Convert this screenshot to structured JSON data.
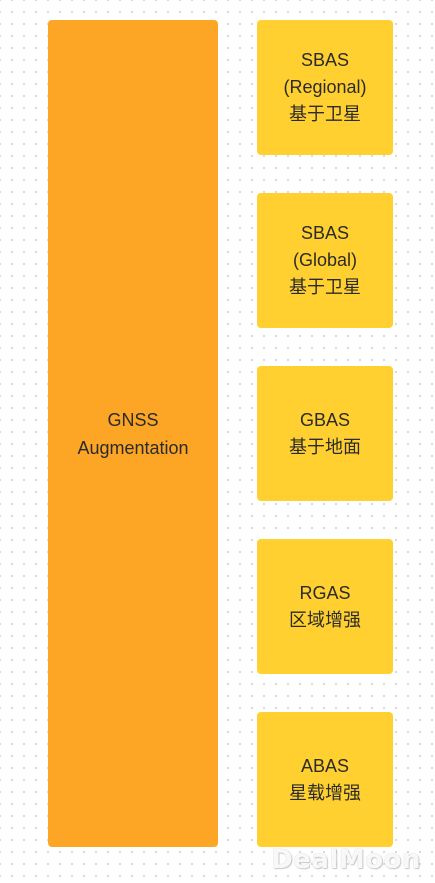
{
  "colors": {
    "main_block": "#FDA625",
    "side_block": "#FFD02F",
    "text": "#2B2B2B",
    "background": "#FFFFFF",
    "grid_dot": "#D6D6D6"
  },
  "main": {
    "label": "GNSS\nAugmentation"
  },
  "blocks": [
    {
      "title": "SBAS",
      "subtitle": "(Regional)",
      "cn": "基于卫星"
    },
    {
      "title": "SBAS",
      "subtitle": "(Global)",
      "cn": "基于卫星"
    },
    {
      "title": "GBAS",
      "subtitle": "",
      "cn": "基于地面"
    },
    {
      "title": "RGAS",
      "subtitle": "",
      "cn": "区域增强"
    },
    {
      "title": "ABAS",
      "subtitle": "",
      "cn": "星载增强"
    }
  ],
  "watermark": {
    "text": "DealMoon"
  }
}
